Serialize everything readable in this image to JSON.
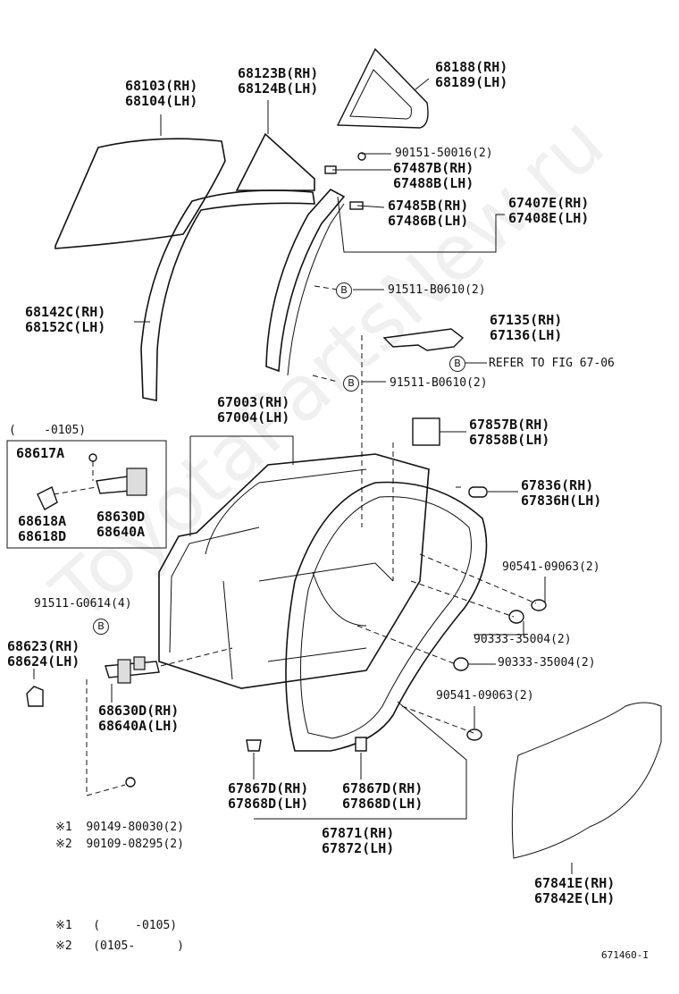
{
  "watermark": "ToyotaPartsNew.ru",
  "callout_symbol": "B",
  "labels": {
    "glass": "68103(RH)\n68104(LH)",
    "quarter_glass": "68123B(RH)\n68124B(LH)",
    "quarter_frame": "68188(RH)\n68189(LH)",
    "screw_90151": "90151-50016(2)",
    "clip_67487": "67487B(RH)\n67488B(LH)",
    "clip_67485": "67485B(RH)\n67486B(LH)",
    "frame_67407": "67407E(RH)\n67408E(LH)",
    "run_68142": "68142C(RH)\n68152C(LH)",
    "bolt_upper": "91511-B0610(2)",
    "hinge_67135": "67135(RH)\n67136(LH)",
    "refer": "REFER TO FIG 67-06",
    "bolt_lower": "91511-B0610(2)",
    "door_67003": "67003(RH)\n67004(LH)",
    "cover_67857": "67857B(RH)\n67858B(LH)",
    "plug_67836": "67836(RH)\n67836H(LH)",
    "inset_range": "(    -0105)",
    "inset_68617": "68617A",
    "inset_68618": "68618A\n68618D",
    "inset_68630": "68630D\n68640A",
    "bolt_91511G": "91511-G0614(4)",
    "check_68623": "68623(RH)\n68624(LH)",
    "check_68630": "68630D(RH)\n68640A(LH)",
    "grommet_90541a": "90541-09063(2)",
    "plug_90333a": "90333-35004(2)",
    "plug_90333b": "90333-35004(2)",
    "grommet_90541b": "90541-09063(2)",
    "clip_67867a": "67867D(RH)\n67868D(LH)",
    "clip_67867b": "67867D(RH)\n67868D(LH)",
    "weather_67871": "67871(RH)\n67872(LH)",
    "screw_note1": "※1  90149-80030(2)",
    "screw_note2": "※2  90109-08295(2)",
    "film_67841": "67841E(RH)\n67842E(LH)",
    "foot_note1": "※1   (     -0105)",
    "foot_note2": "※2   (0105-      )",
    "figure_id": "671460-I"
  }
}
